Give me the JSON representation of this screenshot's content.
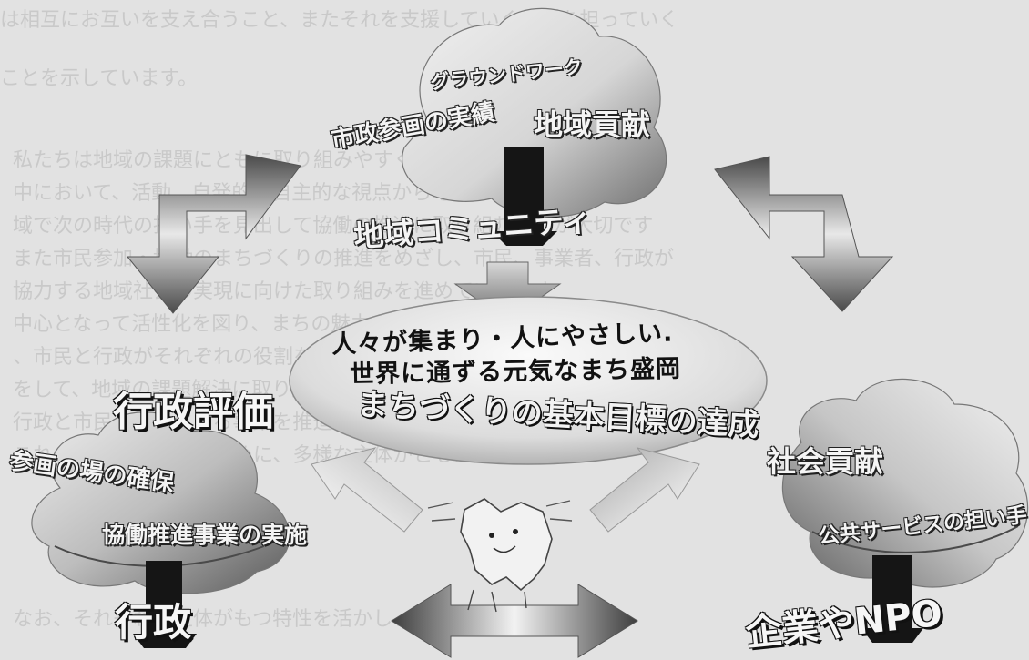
{
  "background_text": [
    "は相互にお互いを支え合うこと、またそれを支援していく役割を担っていく",
    "ことを示しています。",
    "私たちは地域の課題にともに取り組みやすく",
    "中において、活動、自発的・自主的な視点から地域づくりにつなげる",
    "域で次の時代の担い手を見出して協働の推進に取り組むことが大切です",
    "また市民参加・協働のまちづくりの推進をめざし、市民、事業者、行政が",
    "協力する地域社会の実現に向けた取り組みを進めていきます",
    "中心となって活性化を図り、まちの魅力を高めていくことが重要",
    "、市民と行政がそれぞれの役割を担いながら",
    "をして、地域の課題解決に取り組んでいきます",
    "行政と市民の協働による事業を推進していきます",
    "これからの地域社会のために、多様な主体がともに",
    "なお、それぞれの主体がもつ特性を活かし、協働の取り組みを広げ"
  ],
  "trees": {
    "community": {
      "top_label": "グラウンドワーク",
      "left_label": "市政参画の実績",
      "right_label": "地域貢献",
      "trunk_label": "地域コミュニティ"
    },
    "government": {
      "header": "行政評価",
      "label1": "参画の場の確保",
      "label2": "協働推進事業の実施",
      "trunk_label": "行政"
    },
    "business": {
      "label1": "社会貢献",
      "label2": "公共サービスの担い手",
      "trunk_label": "企業やNPO"
    }
  },
  "goal": {
    "line1": "人々が集まり・人にやさしい.",
    "line2": "世界に通ずる元気なまち盛岡",
    "main": "まちづくりの基本目標の達成"
  },
  "colors": {
    "canopy_light": "#f0f0f0",
    "canopy_dark": "#6e6e6e",
    "trunk": "#151515",
    "arrow_dark": "#4a4a4a",
    "arrow_light": "#f2f2f2",
    "background": "#e2e2e2"
  }
}
